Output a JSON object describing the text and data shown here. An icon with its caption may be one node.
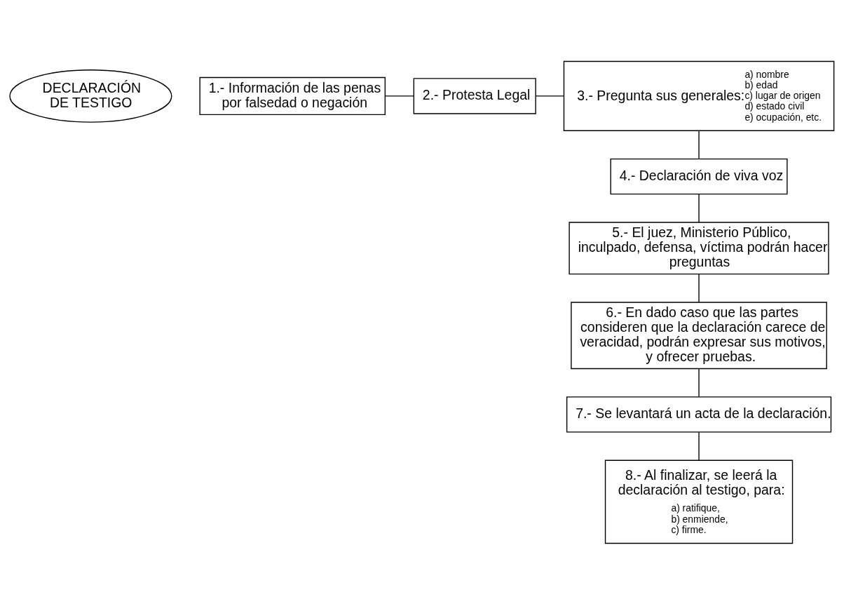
{
  "diagram": {
    "nodes": [
      {
        "text": [
          "DECLARACIÓN DE TESTIGO"
        ]
      },
      {
        "text": [
          "1.- Información de las penas por falsedad o negación"
        ]
      },
      {
        "text": [
          "2.- Protesta Legal"
        ]
      },
      {
        "text": [
          "3.- Pregunta sus generales:",
          "a) nombre",
          "b) edad",
          "c) lugar de origen",
          "d) estado civil",
          "e) ocupación, etc."
        ]
      },
      {
        "text": [
          "4.- Declaración de viva voz"
        ]
      },
      {
        "text": [
          "5.- El juez, Ministerio Público, inculpado, defensa, víctima podrán hacer preguntas"
        ]
      },
      {
        "text": [
          "6.- En dado caso que las partes consideren que la declaración carece de veracidad, podrán expresar sus motivos, y ofrecer pruebas."
        ]
      },
      {
        "text": [
          "7.- Se levantará un acta de la declaración."
        ]
      },
      {
        "text": [
          "8.- Al finalizar, se leerá la declaración al testigo, para:",
          "a) ratifique,",
          "b) enmiende,",
          "c) firme."
        ]
      }
    ],
    "edges": [
      {
        "from": 1,
        "to": 2,
        "arrow": "none"
      },
      {
        "from": 2,
        "to": 3,
        "arrow": "none"
      },
      {
        "from": 3,
        "to": 4,
        "arrow": "none"
      },
      {
        "from": 4,
        "to": 5,
        "arrow": "none"
      },
      {
        "from": 5,
        "to": 6,
        "arrow": "none"
      },
      {
        "from": 6,
        "to": 7,
        "arrow": "none"
      },
      {
        "from": 7,
        "to": 8,
        "arrow": "none"
      }
    ]
  }
}
